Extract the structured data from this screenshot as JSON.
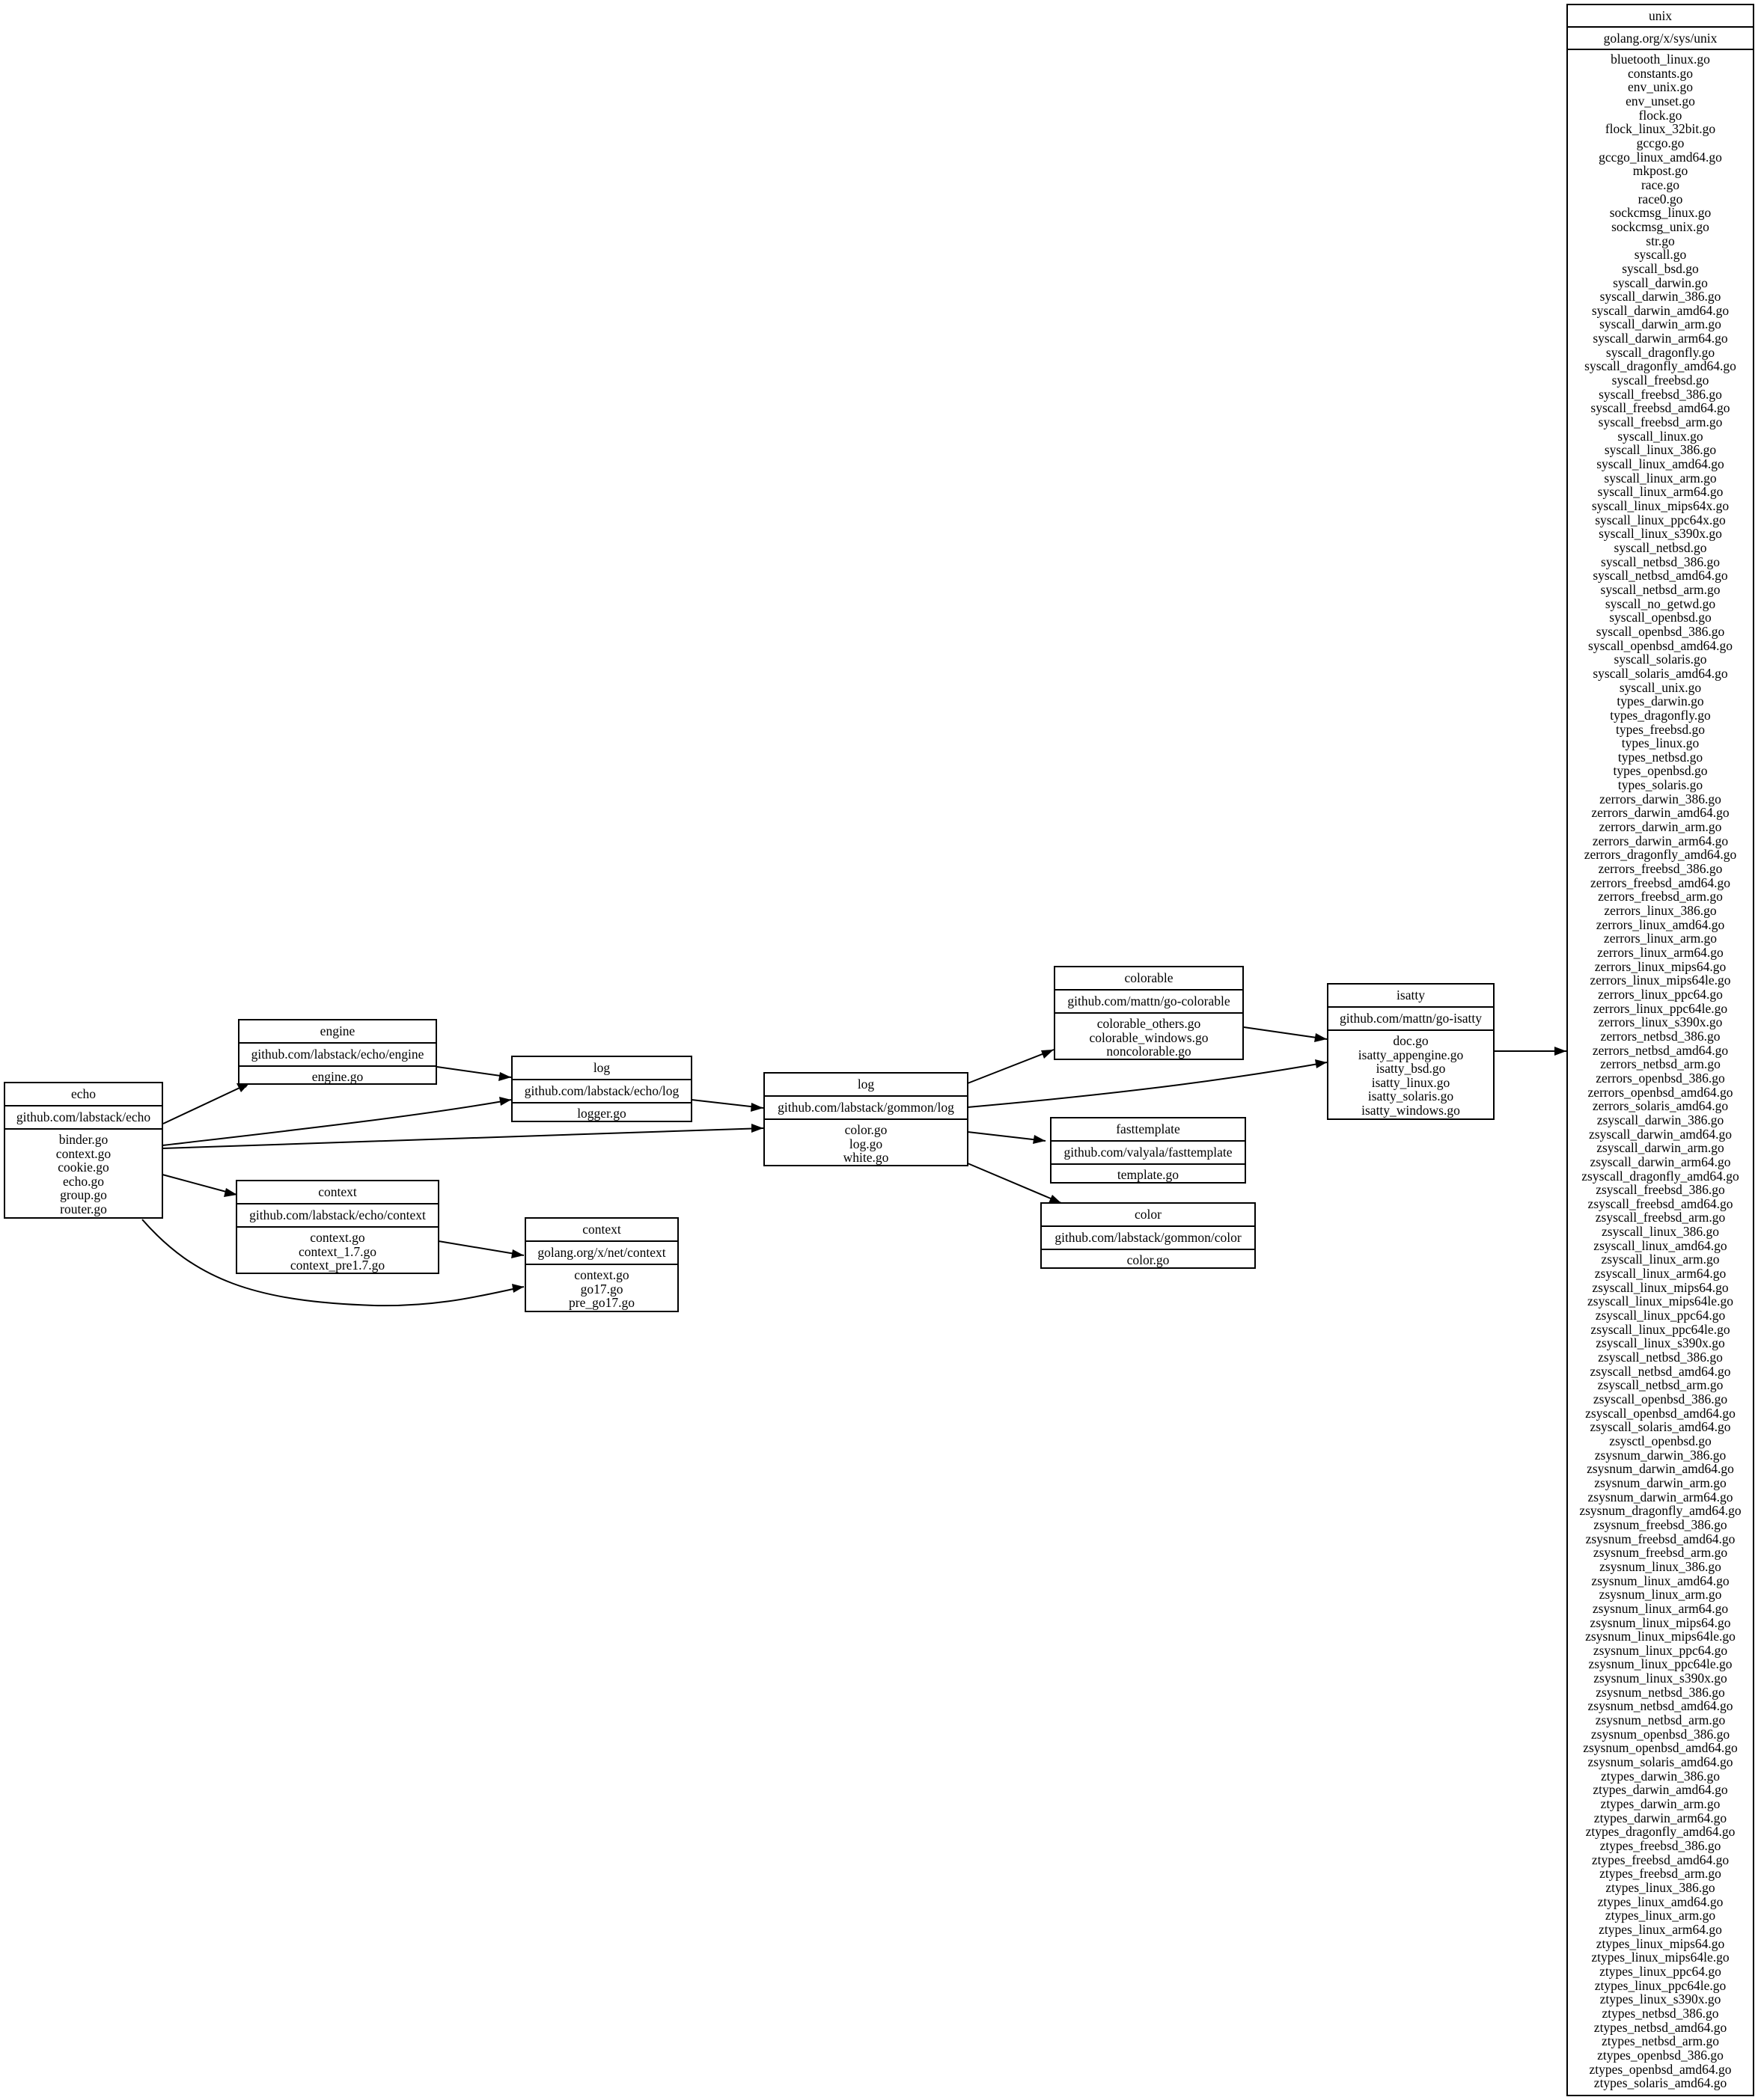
{
  "nodes": {
    "echo": {
      "name": "echo",
      "path": "github.com/labstack/echo",
      "files": [
        "binder.go",
        "context.go",
        "cookie.go",
        "echo.go",
        "group.go",
        "router.go"
      ]
    },
    "engine": {
      "name": "engine",
      "path": "github.com/labstack/echo/engine",
      "files": [
        "engine.go"
      ]
    },
    "echo_context": {
      "name": "context",
      "path": "github.com/labstack/echo/context",
      "files": [
        "context.go",
        "context_1.7.go",
        "context_pre1.7.go"
      ]
    },
    "echo_log": {
      "name": "log",
      "path": "github.com/labstack/echo/log",
      "files": [
        "logger.go"
      ]
    },
    "net_context": {
      "name": "context",
      "path": "golang.org/x/net/context",
      "files": [
        "context.go",
        "go17.go",
        "pre_go17.go"
      ]
    },
    "gommon_log": {
      "name": "log",
      "path": "github.com/labstack/gommon/log",
      "files": [
        "color.go",
        "log.go",
        "white.go"
      ]
    },
    "colorable": {
      "name": "colorable",
      "path": "github.com/mattn/go-colorable",
      "files": [
        "colorable_others.go",
        "colorable_windows.go",
        "noncolorable.go"
      ]
    },
    "fasttemplate": {
      "name": "fasttemplate",
      "path": "github.com/valyala/fasttemplate",
      "files": [
        "template.go"
      ]
    },
    "color": {
      "name": "color",
      "path": "github.com/labstack/gommon/color",
      "files": [
        "color.go"
      ]
    },
    "isatty": {
      "name": "isatty",
      "path": "github.com/mattn/go-isatty",
      "files": [
        "doc.go",
        "isatty_appengine.go",
        "isatty_bsd.go",
        "isatty_linux.go",
        "isatty_solaris.go",
        "isatty_windows.go"
      ]
    },
    "unix": {
      "name": "unix",
      "path": "golang.org/x/sys/unix",
      "files": [
        "bluetooth_linux.go",
        "constants.go",
        "env_unix.go",
        "env_unset.go",
        "flock.go",
        "flock_linux_32bit.go",
        "gccgo.go",
        "gccgo_linux_amd64.go",
        "mkpost.go",
        "race.go",
        "race0.go",
        "sockcmsg_linux.go",
        "sockcmsg_unix.go",
        "str.go",
        "syscall.go",
        "syscall_bsd.go",
        "syscall_darwin.go",
        "syscall_darwin_386.go",
        "syscall_darwin_amd64.go",
        "syscall_darwin_arm.go",
        "syscall_darwin_arm64.go",
        "syscall_dragonfly.go",
        "syscall_dragonfly_amd64.go",
        "syscall_freebsd.go",
        "syscall_freebsd_386.go",
        "syscall_freebsd_amd64.go",
        "syscall_freebsd_arm.go",
        "syscall_linux.go",
        "syscall_linux_386.go",
        "syscall_linux_amd64.go",
        "syscall_linux_arm.go",
        "syscall_linux_arm64.go",
        "syscall_linux_mips64x.go",
        "syscall_linux_ppc64x.go",
        "syscall_linux_s390x.go",
        "syscall_netbsd.go",
        "syscall_netbsd_386.go",
        "syscall_netbsd_amd64.go",
        "syscall_netbsd_arm.go",
        "syscall_no_getwd.go",
        "syscall_openbsd.go",
        "syscall_openbsd_386.go",
        "syscall_openbsd_amd64.go",
        "syscall_solaris.go",
        "syscall_solaris_amd64.go",
        "syscall_unix.go",
        "types_darwin.go",
        "types_dragonfly.go",
        "types_freebsd.go",
        "types_linux.go",
        "types_netbsd.go",
        "types_openbsd.go",
        "types_solaris.go",
        "zerrors_darwin_386.go",
        "zerrors_darwin_amd64.go",
        "zerrors_darwin_arm.go",
        "zerrors_darwin_arm64.go",
        "zerrors_dragonfly_amd64.go",
        "zerrors_freebsd_386.go",
        "zerrors_freebsd_amd64.go",
        "zerrors_freebsd_arm.go",
        "zerrors_linux_386.go",
        "zerrors_linux_amd64.go",
        "zerrors_linux_arm.go",
        "zerrors_linux_arm64.go",
        "zerrors_linux_mips64.go",
        "zerrors_linux_mips64le.go",
        "zerrors_linux_ppc64.go",
        "zerrors_linux_ppc64le.go",
        "zerrors_linux_s390x.go",
        "zerrors_netbsd_386.go",
        "zerrors_netbsd_amd64.go",
        "zerrors_netbsd_arm.go",
        "zerrors_openbsd_386.go",
        "zerrors_openbsd_amd64.go",
        "zerrors_solaris_amd64.go",
        "zsyscall_darwin_386.go",
        "zsyscall_darwin_amd64.go",
        "zsyscall_darwin_arm.go",
        "zsyscall_darwin_arm64.go",
        "zsyscall_dragonfly_amd64.go",
        "zsyscall_freebsd_386.go",
        "zsyscall_freebsd_amd64.go",
        "zsyscall_freebsd_arm.go",
        "zsyscall_linux_386.go",
        "zsyscall_linux_amd64.go",
        "zsyscall_linux_arm.go",
        "zsyscall_linux_arm64.go",
        "zsyscall_linux_mips64.go",
        "zsyscall_linux_mips64le.go",
        "zsyscall_linux_ppc64.go",
        "zsyscall_linux_ppc64le.go",
        "zsyscall_linux_s390x.go",
        "zsyscall_netbsd_386.go",
        "zsyscall_netbsd_amd64.go",
        "zsyscall_netbsd_arm.go",
        "zsyscall_openbsd_386.go",
        "zsyscall_openbsd_amd64.go",
        "zsyscall_solaris_amd64.go",
        "zsysctl_openbsd.go",
        "zsysnum_darwin_386.go",
        "zsysnum_darwin_amd64.go",
        "zsysnum_darwin_arm.go",
        "zsysnum_darwin_arm64.go",
        "zsysnum_dragonfly_amd64.go",
        "zsysnum_freebsd_386.go",
        "zsysnum_freebsd_amd64.go",
        "zsysnum_freebsd_arm.go",
        "zsysnum_linux_386.go",
        "zsysnum_linux_amd64.go",
        "zsysnum_linux_arm.go",
        "zsysnum_linux_arm64.go",
        "zsysnum_linux_mips64.go",
        "zsysnum_linux_mips64le.go",
        "zsysnum_linux_ppc64.go",
        "zsysnum_linux_ppc64le.go",
        "zsysnum_linux_s390x.go",
        "zsysnum_netbsd_386.go",
        "zsysnum_netbsd_amd64.go",
        "zsysnum_netbsd_arm.go",
        "zsysnum_openbsd_386.go",
        "zsysnum_openbsd_amd64.go",
        "zsysnum_solaris_amd64.go",
        "ztypes_darwin_386.go",
        "ztypes_darwin_amd64.go",
        "ztypes_darwin_arm.go",
        "ztypes_darwin_arm64.go",
        "ztypes_dragonfly_amd64.go",
        "ztypes_freebsd_386.go",
        "ztypes_freebsd_amd64.go",
        "ztypes_freebsd_arm.go",
        "ztypes_linux_386.go",
        "ztypes_linux_amd64.go",
        "ztypes_linux_arm.go",
        "ztypes_linux_arm64.go",
        "ztypes_linux_mips64.go",
        "ztypes_linux_mips64le.go",
        "ztypes_linux_ppc64.go",
        "ztypes_linux_ppc64le.go",
        "ztypes_linux_s390x.go",
        "ztypes_netbsd_386.go",
        "ztypes_netbsd_amd64.go",
        "ztypes_netbsd_arm.go",
        "ztypes_openbsd_386.go",
        "ztypes_openbsd_amd64.go",
        "ztypes_solaris_amd64.go"
      ]
    }
  },
  "edges": [
    {
      "from": "echo",
      "to": "engine"
    },
    {
      "from": "echo",
      "to": "echo_log"
    },
    {
      "from": "echo",
      "to": "gommon_log"
    },
    {
      "from": "echo",
      "to": "echo_context"
    },
    {
      "from": "echo",
      "to": "net_context"
    },
    {
      "from": "engine",
      "to": "echo_log"
    },
    {
      "from": "echo_context",
      "to": "net_context"
    },
    {
      "from": "echo_log",
      "to": "gommon_log"
    },
    {
      "from": "gommon_log",
      "to": "colorable"
    },
    {
      "from": "gommon_log",
      "to": "isatty"
    },
    {
      "from": "gommon_log",
      "to": "fasttemplate"
    },
    {
      "from": "gommon_log",
      "to": "color"
    },
    {
      "from": "colorable",
      "to": "isatty"
    },
    {
      "from": "isatty",
      "to": "unix"
    }
  ]
}
